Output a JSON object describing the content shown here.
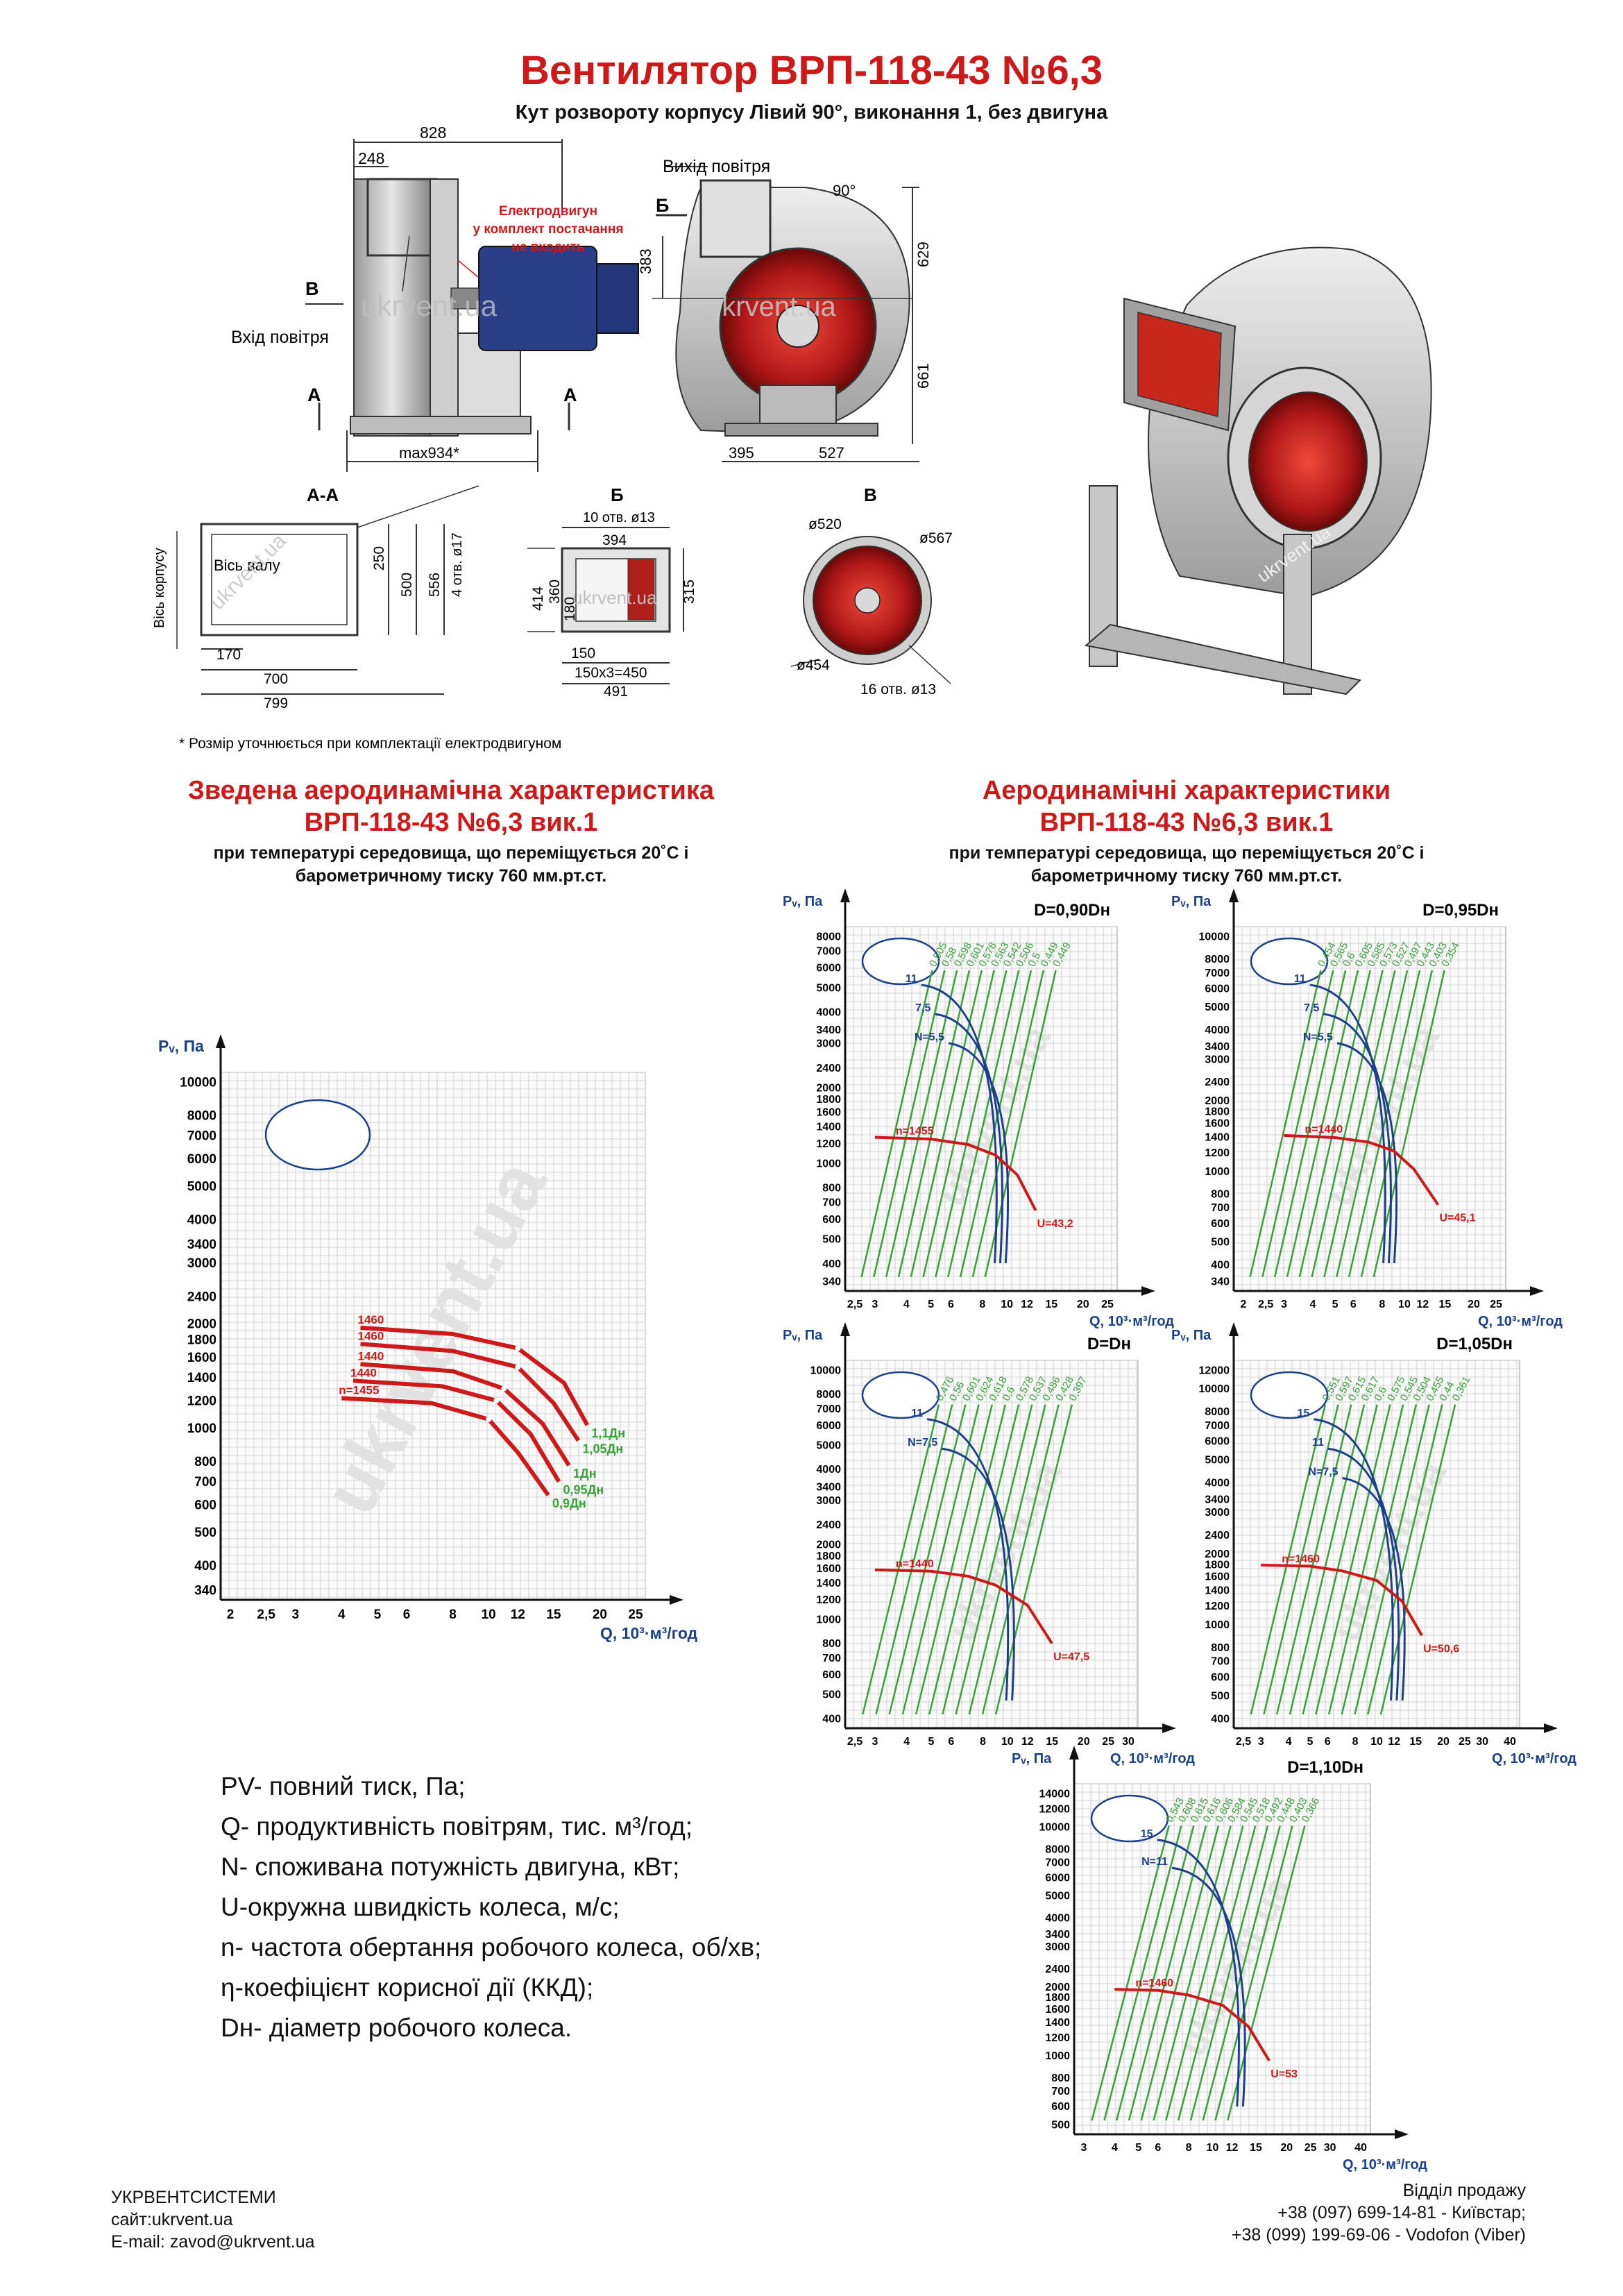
{
  "header": {
    "title": "Вентилятор ВРП-118-43 №6,3",
    "subtitle": "Кут розвороту корпусу Лівий 90°, виконання 1, без двигуна"
  },
  "drawing": {
    "dim_828": "828",
    "dim_248": "248",
    "dim_max934": "max934*",
    "label_B": "В",
    "label_A_left": "А",
    "label_A_right": "А",
    "air_in": "Вхід повітря",
    "air_out": "Вихід повітря",
    "motor_note": [
      "Електродвигун",
      "у комплект постачання",
      "не входить"
    ],
    "watermark": "ukrvent.ua",
    "dim_90": "90°",
    "label_Bb": "Б",
    "dim_383": "383",
    "dim_629": "629",
    "dim_661": "661",
    "dim_395": "395",
    "dim_527": "527",
    "section_AA": "А-А",
    "section_B": "Б",
    "section_V": "В",
    "axis_body": "Вісь корпусу",
    "axis_shaft": "Вісь валу",
    "dim_250": "250",
    "dim_500": "500",
    "dim_556": "556",
    "holes_4_17": "4 отв. ø17",
    "dim_170": "170",
    "dim_700": "700",
    "dim_799": "799",
    "holes_10_13": "10 отв. ø13",
    "dim_394": "394",
    "dim_414": "414",
    "dim_360": "360",
    "dim_180": "180",
    "dim_315": "315",
    "dim_150": "150",
    "dim_150x3": "150х3=450",
    "dim_491": "491",
    "dia_520": "ø520",
    "dia_567": "ø567",
    "dia_454": "ø454",
    "holes_16_13": "16 отв. ø13",
    "footnote": "* Розмір уточнюється при комплектації електродвигуном"
  },
  "summary": {
    "title1": "Зведена аеродинамічна характеристика",
    "title2": "ВРП-118-43 №6,3 вик.1",
    "cond1": "при температурі середовища, що переміщується 20˚С і",
    "cond2": "барометричному тиску 760 мм.рт.ст."
  },
  "aero": {
    "title1": "Аеродинамічні характеристики",
    "title2": "ВРП-118-43 №6,3 вик.1",
    "cond1": "при температурі середовища, що переміщується 20˚С і",
    "cond2": "барометричному тиску 760 мм.рт.ст."
  },
  "colors": {
    "red": "#d01818",
    "green": "#3aa03a",
    "blue": "#1c3f8c",
    "grid": "#c8c8c8"
  },
  "chart_data": [
    {
      "type": "line",
      "title": "",
      "ylabel": "Pᵥ, Па",
      "xlabel": "Q, 10³·м³/год",
      "x_ticks": [
        "2",
        "2,5",
        "3",
        "4",
        "5",
        "6",
        "8",
        "10",
        "12",
        "15",
        "20",
        "25"
      ],
      "y_ticks": [
        "10000",
        "8000",
        "7000",
        "6000",
        "5000",
        "4000",
        "3400",
        "3000",
        "2400",
        "2000",
        "1800",
        "1600",
        "1400",
        "1200",
        "1000",
        "800",
        "700",
        "600",
        "500",
        "400",
        "340"
      ],
      "series": [
        {
          "name": "1,1Дн",
          "rpm_label": "1460",
          "x": [
            4.5,
            8,
            12,
            16,
            18.5
          ],
          "y": [
            1950,
            1870,
            1700,
            1350,
            1020
          ]
        },
        {
          "name": "1,05Дн",
          "rpm_label": "1460",
          "x": [
            4.5,
            8,
            12,
            15,
            17.5
          ],
          "y": [
            1750,
            1670,
            1500,
            1180,
            920
          ]
        },
        {
          "name": "1Дн",
          "rpm_label": "1440",
          "x": [
            4.5,
            8,
            11,
            14,
            16.5
          ],
          "y": [
            1530,
            1460,
            1300,
            1030,
            780
          ]
        },
        {
          "name": "0,95Дн",
          "rpm_label": "1440",
          "x": [
            4.3,
            7.5,
            10.5,
            13,
            15.5
          ],
          "y": [
            1370,
            1320,
            1200,
            960,
            700
          ]
        },
        {
          "name": "0,9Дн",
          "rpm_label": "n=1455",
          "x": [
            4,
            7,
            10,
            12,
            14.5
          ],
          "y": [
            1220,
            1180,
            1060,
            850,
            640
          ]
        }
      ]
    },
    {
      "type": "line",
      "title": "D=0,90Dн",
      "ylabel": "Pᵥ, Па",
      "xlabel": "Q, 10³·м³/год",
      "x_ticks": [
        "2,5",
        "3",
        "4",
        "5",
        "6",
        "8",
        "10",
        "12",
        "15",
        "20",
        "25"
      ],
      "y_ticks": [
        "8000",
        "7000",
        "6000",
        "5000",
        "4000",
        "3400",
        "3000",
        "2400",
        "2000",
        "1800",
        "1600",
        "1400",
        "1200",
        "1000",
        "800",
        "700",
        "600",
        "500",
        "400",
        "340"
      ],
      "n_label": "n=1455",
      "u_label": "U=43,2",
      "power_labels": [
        "11",
        "7,5",
        "N=5,5"
      ],
      "efficiency_labels": [
        "0,505",
        "0,58",
        "0,598",
        "0,601",
        "0,578",
        "0,563",
        "0,542",
        "0,506",
        "0,5",
        "0,449",
        "0,449"
      ],
      "series": [
        {
          "name": "n=1455",
          "x": [
            3,
            5,
            7,
            9,
            11,
            13
          ],
          "y": [
            1270,
            1250,
            1190,
            1080,
            900,
            650
          ]
        }
      ]
    },
    {
      "type": "line",
      "title": "D=0,95Dн",
      "ylabel": "Pᵥ, Па",
      "xlabel": "Q, 10³·м³/год",
      "x_ticks": [
        "2",
        "2,5",
        "3",
        "4",
        "5",
        "6",
        "8",
        "10",
        "12",
        "15",
        "20",
        "25"
      ],
      "y_ticks": [
        "10000",
        "8000",
        "7000",
        "6000",
        "5000",
        "4000",
        "3400",
        "3000",
        "2400",
        "2000",
        "1800",
        "1600",
        "1400",
        "1200",
        "1000",
        "800",
        "700",
        "600",
        "500",
        "400",
        "340"
      ],
      "n_label": "n=1440",
      "u_label": "U=45,1",
      "power_labels": [
        "11",
        "7,5",
        "N=5,5"
      ],
      "efficiency_labels": [
        "0,454",
        "0,565",
        "0,6",
        "0,605",
        "0,585",
        "0,573",
        "0,527",
        "0,497",
        "0,443",
        "0,403",
        "0,354"
      ],
      "series": [
        {
          "name": "n=1440",
          "x": [
            3,
            5,
            7,
            9,
            11,
            14
          ],
          "y": [
            1420,
            1390,
            1330,
            1220,
            1020,
            720
          ]
        }
      ]
    },
    {
      "type": "line",
      "title": "D=Dн",
      "ylabel": "Pᵥ, Па",
      "xlabel": "Q, 10³·м³/год",
      "x_ticks": [
        "2,5",
        "3",
        "4",
        "5",
        "6",
        "8",
        "10",
        "12",
        "15",
        "20",
        "25",
        "30"
      ],
      "y_ticks": [
        "10000",
        "8000",
        "7000",
        "6000",
        "5000",
        "4000",
        "3400",
        "3000",
        "2400",
        "2000",
        "1800",
        "1600",
        "1400",
        "1200",
        "1000",
        "800",
        "700",
        "600",
        "500",
        "400"
      ],
      "n_label": "n=1440",
      "u_label": "U=47,5",
      "power_labels": [
        "11",
        "N=7,5"
      ],
      "efficiency_labels": [
        "0,476",
        "0,56",
        "0,601",
        "0,624",
        "0,618",
        "0,6",
        "0,578",
        "0,537",
        "0,486",
        "0,428",
        "0,397"
      ],
      "series": [
        {
          "name": "n=1440",
          "x": [
            3,
            5,
            7,
            9,
            12,
            15
          ],
          "y": [
            1580,
            1560,
            1490,
            1370,
            1140,
            800
          ]
        }
      ]
    },
    {
      "type": "line",
      "title": "D=1,05Dн",
      "ylabel": "Pᵥ, Па",
      "xlabel": "Q, 10³·м³/год",
      "x_ticks": [
        "2,5",
        "3",
        "4",
        "5",
        "6",
        "8",
        "10",
        "12",
        "15",
        "20",
        "25",
        "30",
        "40"
      ],
      "y_ticks": [
        "12000",
        "10000",
        "8000",
        "7000",
        "6000",
        "5000",
        "4000",
        "3400",
        "3000",
        "2400",
        "2000",
        "1800",
        "1600",
        "1400",
        "1200",
        "1000",
        "800",
        "700",
        "600",
        "500",
        "400"
      ],
      "n_label": "n=1460",
      "u_label": "U=50,6",
      "power_labels": [
        "15",
        "11",
        "N=7,5"
      ],
      "efficiency_labels": [
        "0,551",
        "0,597",
        "0,615",
        "0,617",
        "0,6",
        "0,575",
        "0,545",
        "0,504",
        "0,455",
        "0,44",
        "0,361"
      ],
      "series": [
        {
          "name": "n=1460",
          "x": [
            3,
            5,
            7,
            10,
            13,
            16
          ],
          "y": [
            1790,
            1770,
            1690,
            1540,
            1260,
            900
          ]
        }
      ]
    },
    {
      "type": "line",
      "title": "D=1,10Dн",
      "ylabel": "Pᵥ, Па",
      "xlabel": "Q, 10³·м³/год",
      "x_ticks": [
        "3",
        "4",
        "5",
        "6",
        "8",
        "10",
        "12",
        "15",
        "20",
        "25",
        "30",
        "40"
      ],
      "y_ticks": [
        "14000",
        "12000",
        "10000",
        "8000",
        "7000",
        "6000",
        "5000",
        "4000",
        "3400",
        "3000",
        "2400",
        "2000",
        "1800",
        "1600",
        "1400",
        "1200",
        "1000",
        "800",
        "700",
        "600",
        "500"
      ],
      "n_label": "n=1460",
      "u_label": "U=53",
      "power_labels": [
        "15",
        "N=11"
      ],
      "efficiency_labels": [
        "0,543",
        "0,608",
        "0,615",
        "0,616",
        "0,606",
        "0,584",
        "0,545",
        "0,518",
        "0,492",
        "0,448",
        "0,403",
        "0,366"
      ],
      "series": [
        {
          "name": "n=1460",
          "x": [
            4,
            6,
            8,
            11,
            14,
            17
          ],
          "y": [
            1950,
            1930,
            1840,
            1660,
            1340,
            950
          ]
        }
      ]
    }
  ],
  "legend": [
    {
      "symbol": "PV",
      "text": "- повний тиск, Па;"
    },
    {
      "symbol": "Q",
      "text": "- продуктивність повітрям, тис. м³/год;"
    },
    {
      "symbol": "N",
      "text": "- споживана потужність двигуна, кВт;"
    },
    {
      "symbol": "U",
      "text": "-окружна швидкість колеса, м/с;"
    },
    {
      "symbol": "n",
      "text": "- частота обертання робочого колеса, об/хв;"
    },
    {
      "symbol": "η",
      "text": "-коефіцієнт корисної дії (ККД);"
    },
    {
      "symbol": "Dн",
      "text": "- діаметр робочого колеса."
    }
  ],
  "footer": {
    "company": "УКРВЕНТСИСТЕМИ",
    "site": "сайт:ukrvent.ua",
    "email": "E-mail: zavod@ukrvent.ua",
    "dept": "Відділ продажу",
    "phone1": "+38 (097) 699-14-81 - Київстар;",
    "phone2": "+38 (099) 199-69-06 - Vodofon (Viber)"
  }
}
